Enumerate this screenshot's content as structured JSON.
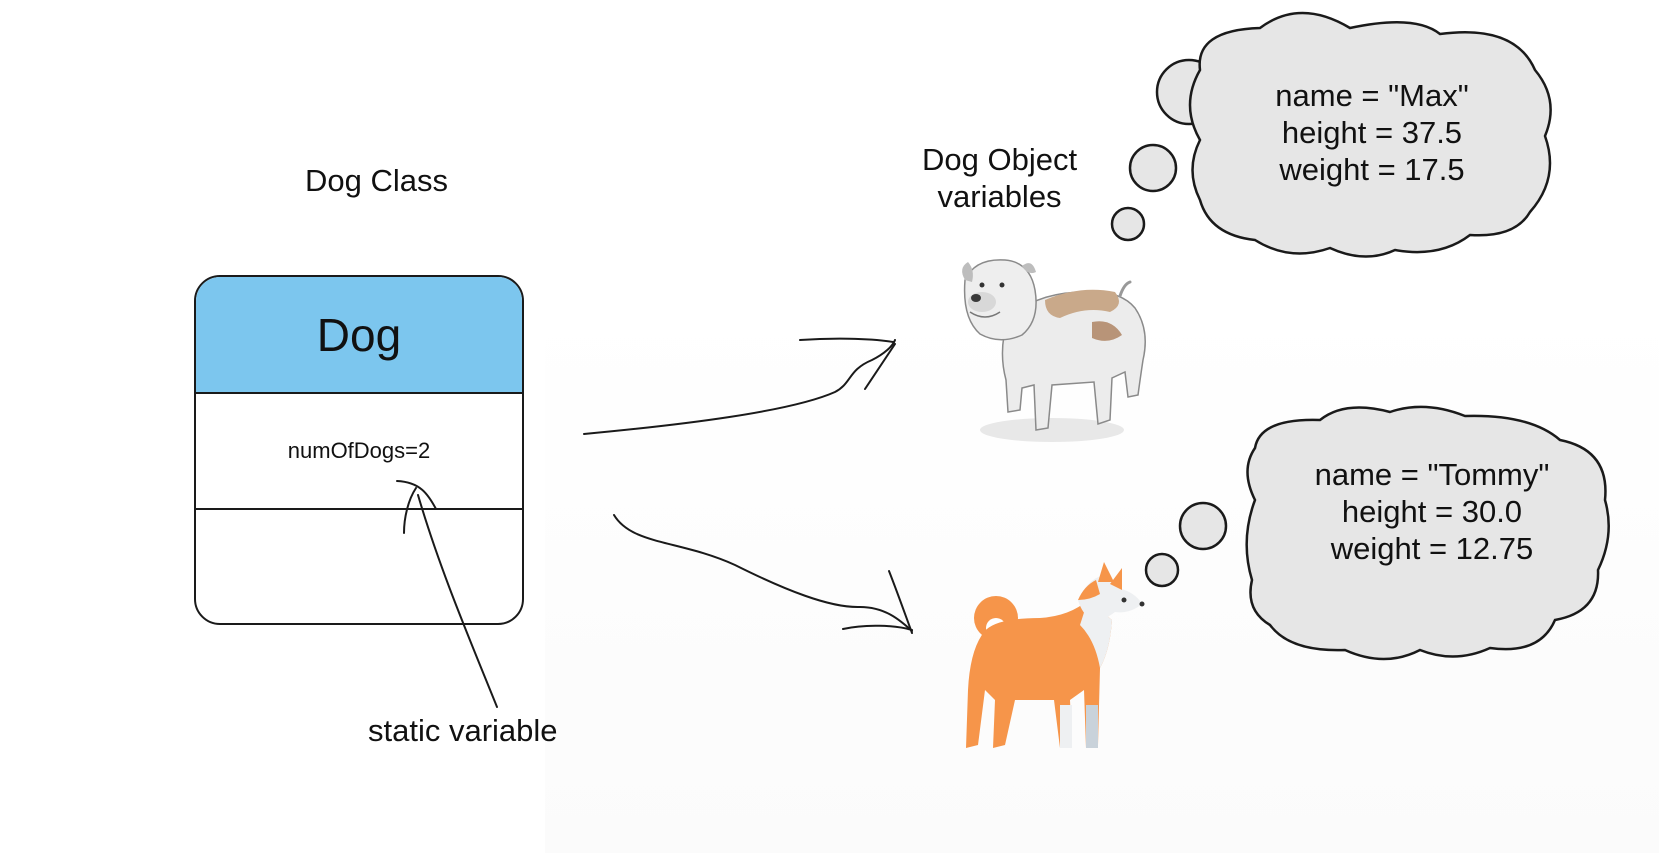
{
  "class_section": {
    "title": "Dog Class",
    "class_name": "Dog",
    "attribute": "numOfDogs=2",
    "note": "static variable"
  },
  "objects_section": {
    "title_line1": "Dog Object",
    "title_line2": "variables"
  },
  "objects": [
    {
      "dog_icon": "bulldog-icon",
      "fields": [
        "name = \"Max\"",
        "height = 37.5",
        "weight = 17.5"
      ]
    },
    {
      "dog_icon": "shiba-dog-icon",
      "fields": [
        "name = \"Tommy\"",
        "height = 30.0",
        "weight = 12.75"
      ]
    }
  ],
  "colors": {
    "class_header": "#7cc6ee",
    "bubble_fill": "#e6e6e6",
    "stroke": "#1a1a1a"
  }
}
